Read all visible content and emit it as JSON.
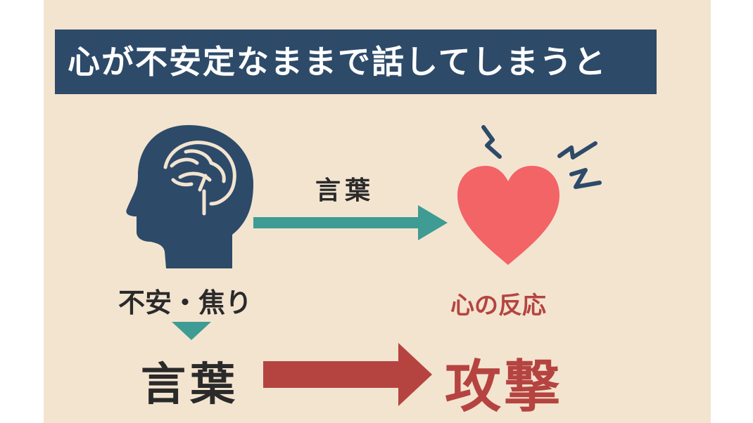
{
  "title": "心が不安定なままで話してしまうと",
  "labels": {
    "word_top": "言葉",
    "anxiety": "不安・焦り",
    "heart_reaction": "心の反応",
    "word_bottom": "言葉",
    "attack": "攻撃"
  },
  "icons": {
    "head": "head-with-brain-icon",
    "heart": "heart-icon",
    "spark": "lightning-spark-icon"
  },
  "colors": {
    "background": "#f3e4d0",
    "title_bar": "#2d4a69",
    "head": "#2d4a69",
    "teal": "#3e9c94",
    "heart": "#f26466",
    "attack_red": "#b54440",
    "text_dark": "#2a2a2a"
  }
}
